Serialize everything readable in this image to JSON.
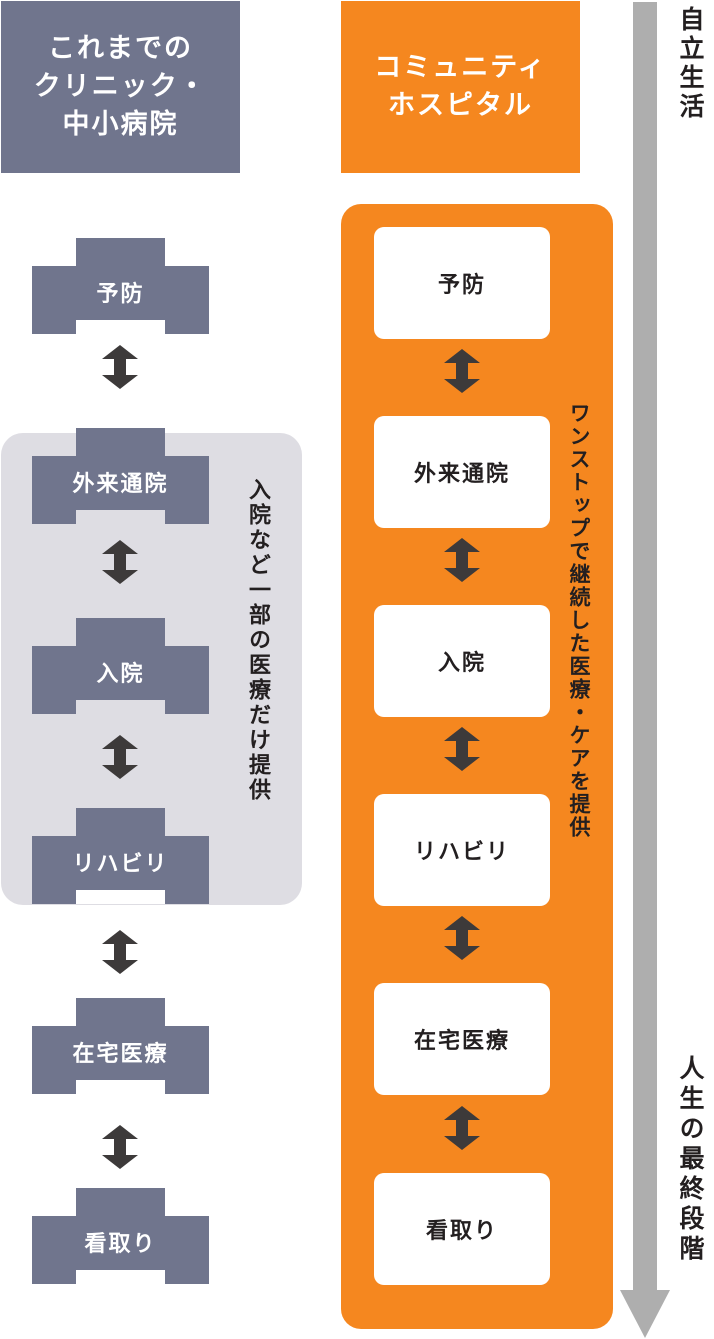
{
  "left_column": {
    "header": "これまでのクリニック・中小病院",
    "header_lines": [
      "これまでの",
      "クリニック・",
      "中小病院"
    ],
    "steps": [
      "予防",
      "外来通院",
      "入院",
      "リハビリ",
      "在宅医療",
      "看取り"
    ],
    "side_note": "入院など一部の医療だけ提供",
    "color": "#70758d",
    "panel_color": "#dedde3"
  },
  "right_column": {
    "header": "コミュニティホスピタル",
    "header_lines": [
      "コミュニティ",
      "ホスピタル"
    ],
    "steps": [
      "予防",
      "外来通院",
      "入院",
      "リハビリ",
      "在宅医療",
      "看取り"
    ],
    "side_note": "ワンストップで継続した医療・ケアを提供",
    "color": "#f5871f"
  },
  "timeline": {
    "start_label": "自立生活",
    "end_label": "人生の最終段階",
    "color": "#aeaeae"
  },
  "icons": {
    "connector": "double-headed-vertical-arrow",
    "arrow_color": "#3d3a3a"
  }
}
